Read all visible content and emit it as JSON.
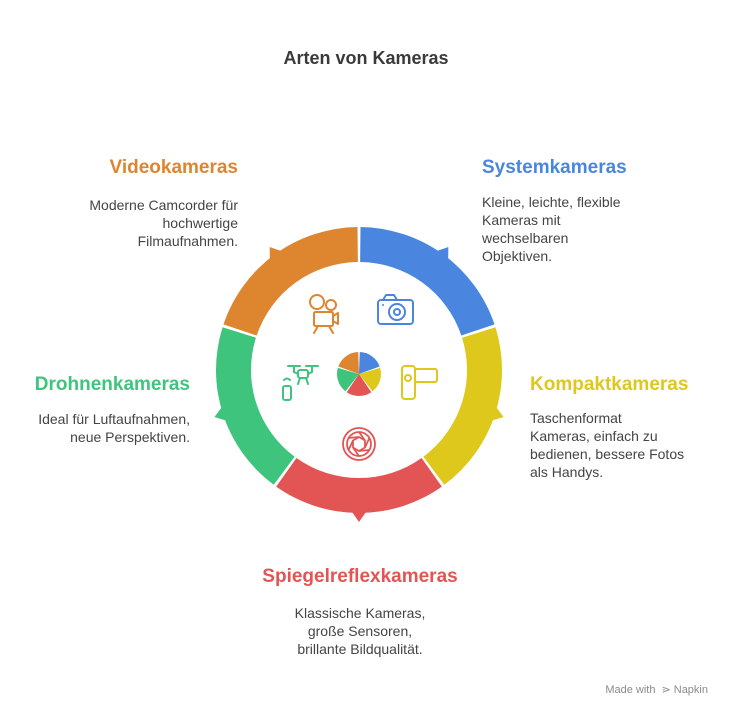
{
  "title": "Arten von Kameras",
  "colors": {
    "system": "#4a86e0",
    "kompakt": "#ddc81b",
    "spiegel": "#e35555",
    "drohne": "#3fc47e",
    "video": "#de8530"
  },
  "segments": [
    {
      "key": "system",
      "heading": "Systemkameras",
      "icon": "camera-icon",
      "lines": [
        "Kleine, leichte, flexible",
        "Kameras mit",
        "wechselbaren",
        "Objektiven."
      ]
    },
    {
      "key": "kompakt",
      "heading": "Kompaktkameras",
      "icon": "compact-camcorder-icon",
      "lines": [
        "Taschenformat",
        "Kameras, einfach zu",
        "bedienen, bessere Fotos",
        "als Handys."
      ]
    },
    {
      "key": "spiegel",
      "heading": "Spiegelreflexkameras",
      "icon": "aperture-icon",
      "lines": [
        "Klassische Kameras,",
        "große Sensoren,",
        "brillante Bildqualität."
      ]
    },
    {
      "key": "drohne",
      "heading": "Drohnenkameras",
      "icon": "drone-icon",
      "lines": [
        "Ideal für Luftaufnahmen,",
        "neue Perspektiven."
      ]
    },
    {
      "key": "video",
      "heading": "Videokameras",
      "icon": "movie-camera-icon",
      "lines": [
        "Moderne Camcorder für",
        "hochwertige",
        "Filmaufnahmen."
      ]
    }
  ],
  "watermark": {
    "prefix": "Made with",
    "brand": "Napkin"
  }
}
